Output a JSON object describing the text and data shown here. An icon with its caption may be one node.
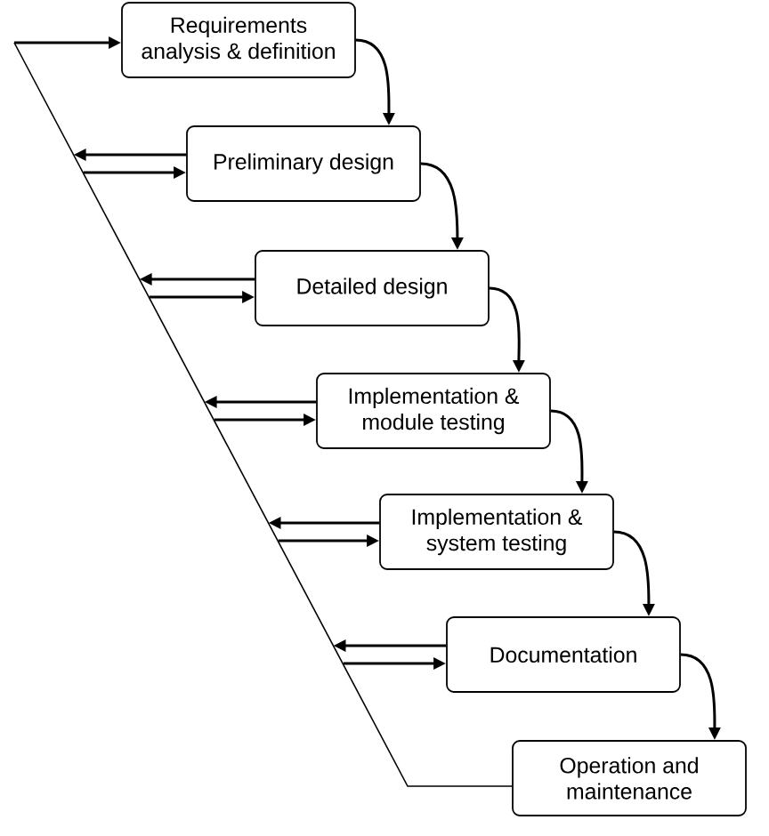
{
  "diagram": {
    "nodes": [
      {
        "text": [
          "Requirements analysis & definition"
        ]
      },
      {
        "text": [
          "Preliminary design"
        ]
      },
      {
        "text": [
          "Detailed design"
        ]
      },
      {
        "text": [
          "Implementation & module testing"
        ]
      },
      {
        "text": [
          "Implementation & system testing"
        ]
      },
      {
        "text": [
          "Documentation"
        ]
      },
      {
        "text": [
          "Operation and maintenance"
        ]
      }
    ],
    "edges": [
      {
        "from": 0,
        "to": 1,
        "arrow": "to"
      },
      {
        "from": 1,
        "to": 2,
        "arrow": "to"
      },
      {
        "from": 2,
        "to": 3,
        "arrow": "to"
      },
      {
        "from": 3,
        "to": 4,
        "arrow": "to"
      },
      {
        "from": 4,
        "to": 5,
        "arrow": "to"
      },
      {
        "from": 5,
        "to": 6,
        "arrow": "to"
      },
      {
        "from": 6,
        "to": null,
        "arrow": "none"
      },
      {
        "from": null,
        "to": 0,
        "arrow": "to"
      },
      {
        "from": 1,
        "to": null,
        "arrow": "to"
      },
      {
        "from": null,
        "to": 1,
        "arrow": "to"
      },
      {
        "from": 2,
        "to": null,
        "arrow": "to"
      },
      {
        "from": null,
        "to": 2,
        "arrow": "to"
      },
      {
        "from": 3,
        "to": null,
        "arrow": "to"
      },
      {
        "from": null,
        "to": 3,
        "arrow": "to"
      },
      {
        "from": 4,
        "to": null,
        "arrow": "to"
      },
      {
        "from": null,
        "to": 4,
        "arrow": "to"
      },
      {
        "from": 5,
        "to": null,
        "arrow": "to"
      },
      {
        "from": null,
        "to": 5,
        "arrow": "to"
      }
    ]
  }
}
